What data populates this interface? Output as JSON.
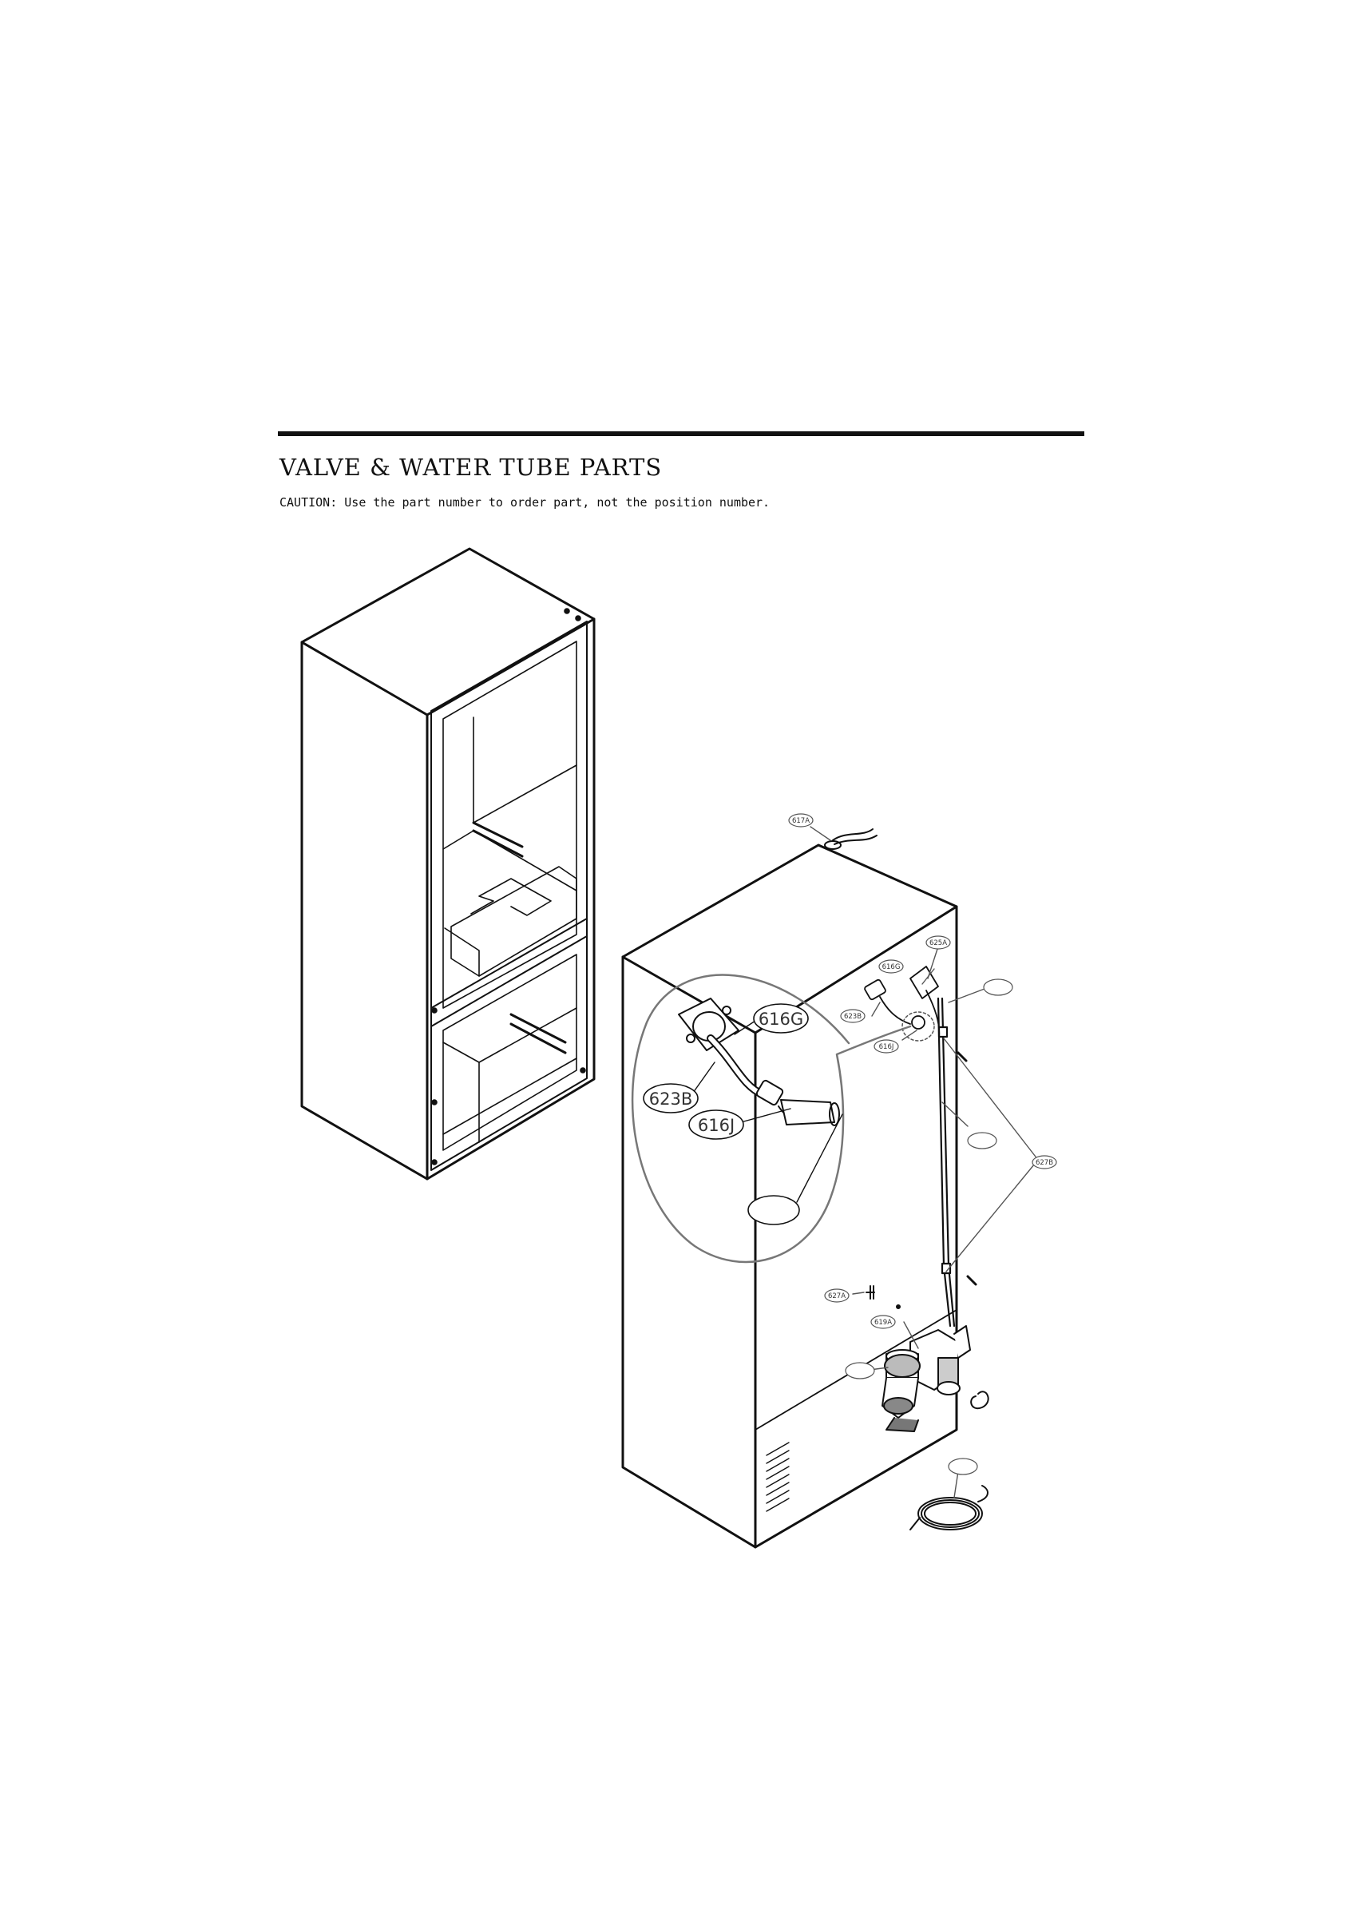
{
  "header": {
    "title": "VALVE & WATER TUBE PARTS",
    "caution": "CAUTION: Use the part number to order part, not the position number."
  },
  "diagram": {
    "callouts": [
      {
        "id": "617A",
        "label": "617A"
      },
      {
        "id": "625A",
        "label": "625A"
      },
      {
        "id": "616G-small",
        "label": "616G"
      },
      {
        "id": "623B-small",
        "label": "623B"
      },
      {
        "id": "616J-small",
        "label": "616J"
      },
      {
        "id": "627B",
        "label": "627B"
      },
      {
        "id": "627A",
        "label": "627A"
      },
      {
        "id": "619A",
        "label": "619A"
      },
      {
        "id": "616G-large",
        "label": "616G"
      },
      {
        "id": "623B-large",
        "label": "623B"
      },
      {
        "id": "616J-large",
        "label": "616J"
      },
      {
        "id": "blank-1",
        "label": ""
      },
      {
        "id": "blank-2",
        "label": ""
      },
      {
        "id": "blank-3",
        "label": ""
      },
      {
        "id": "blank-4",
        "label": ""
      },
      {
        "id": "blank-5",
        "label": ""
      }
    ]
  }
}
